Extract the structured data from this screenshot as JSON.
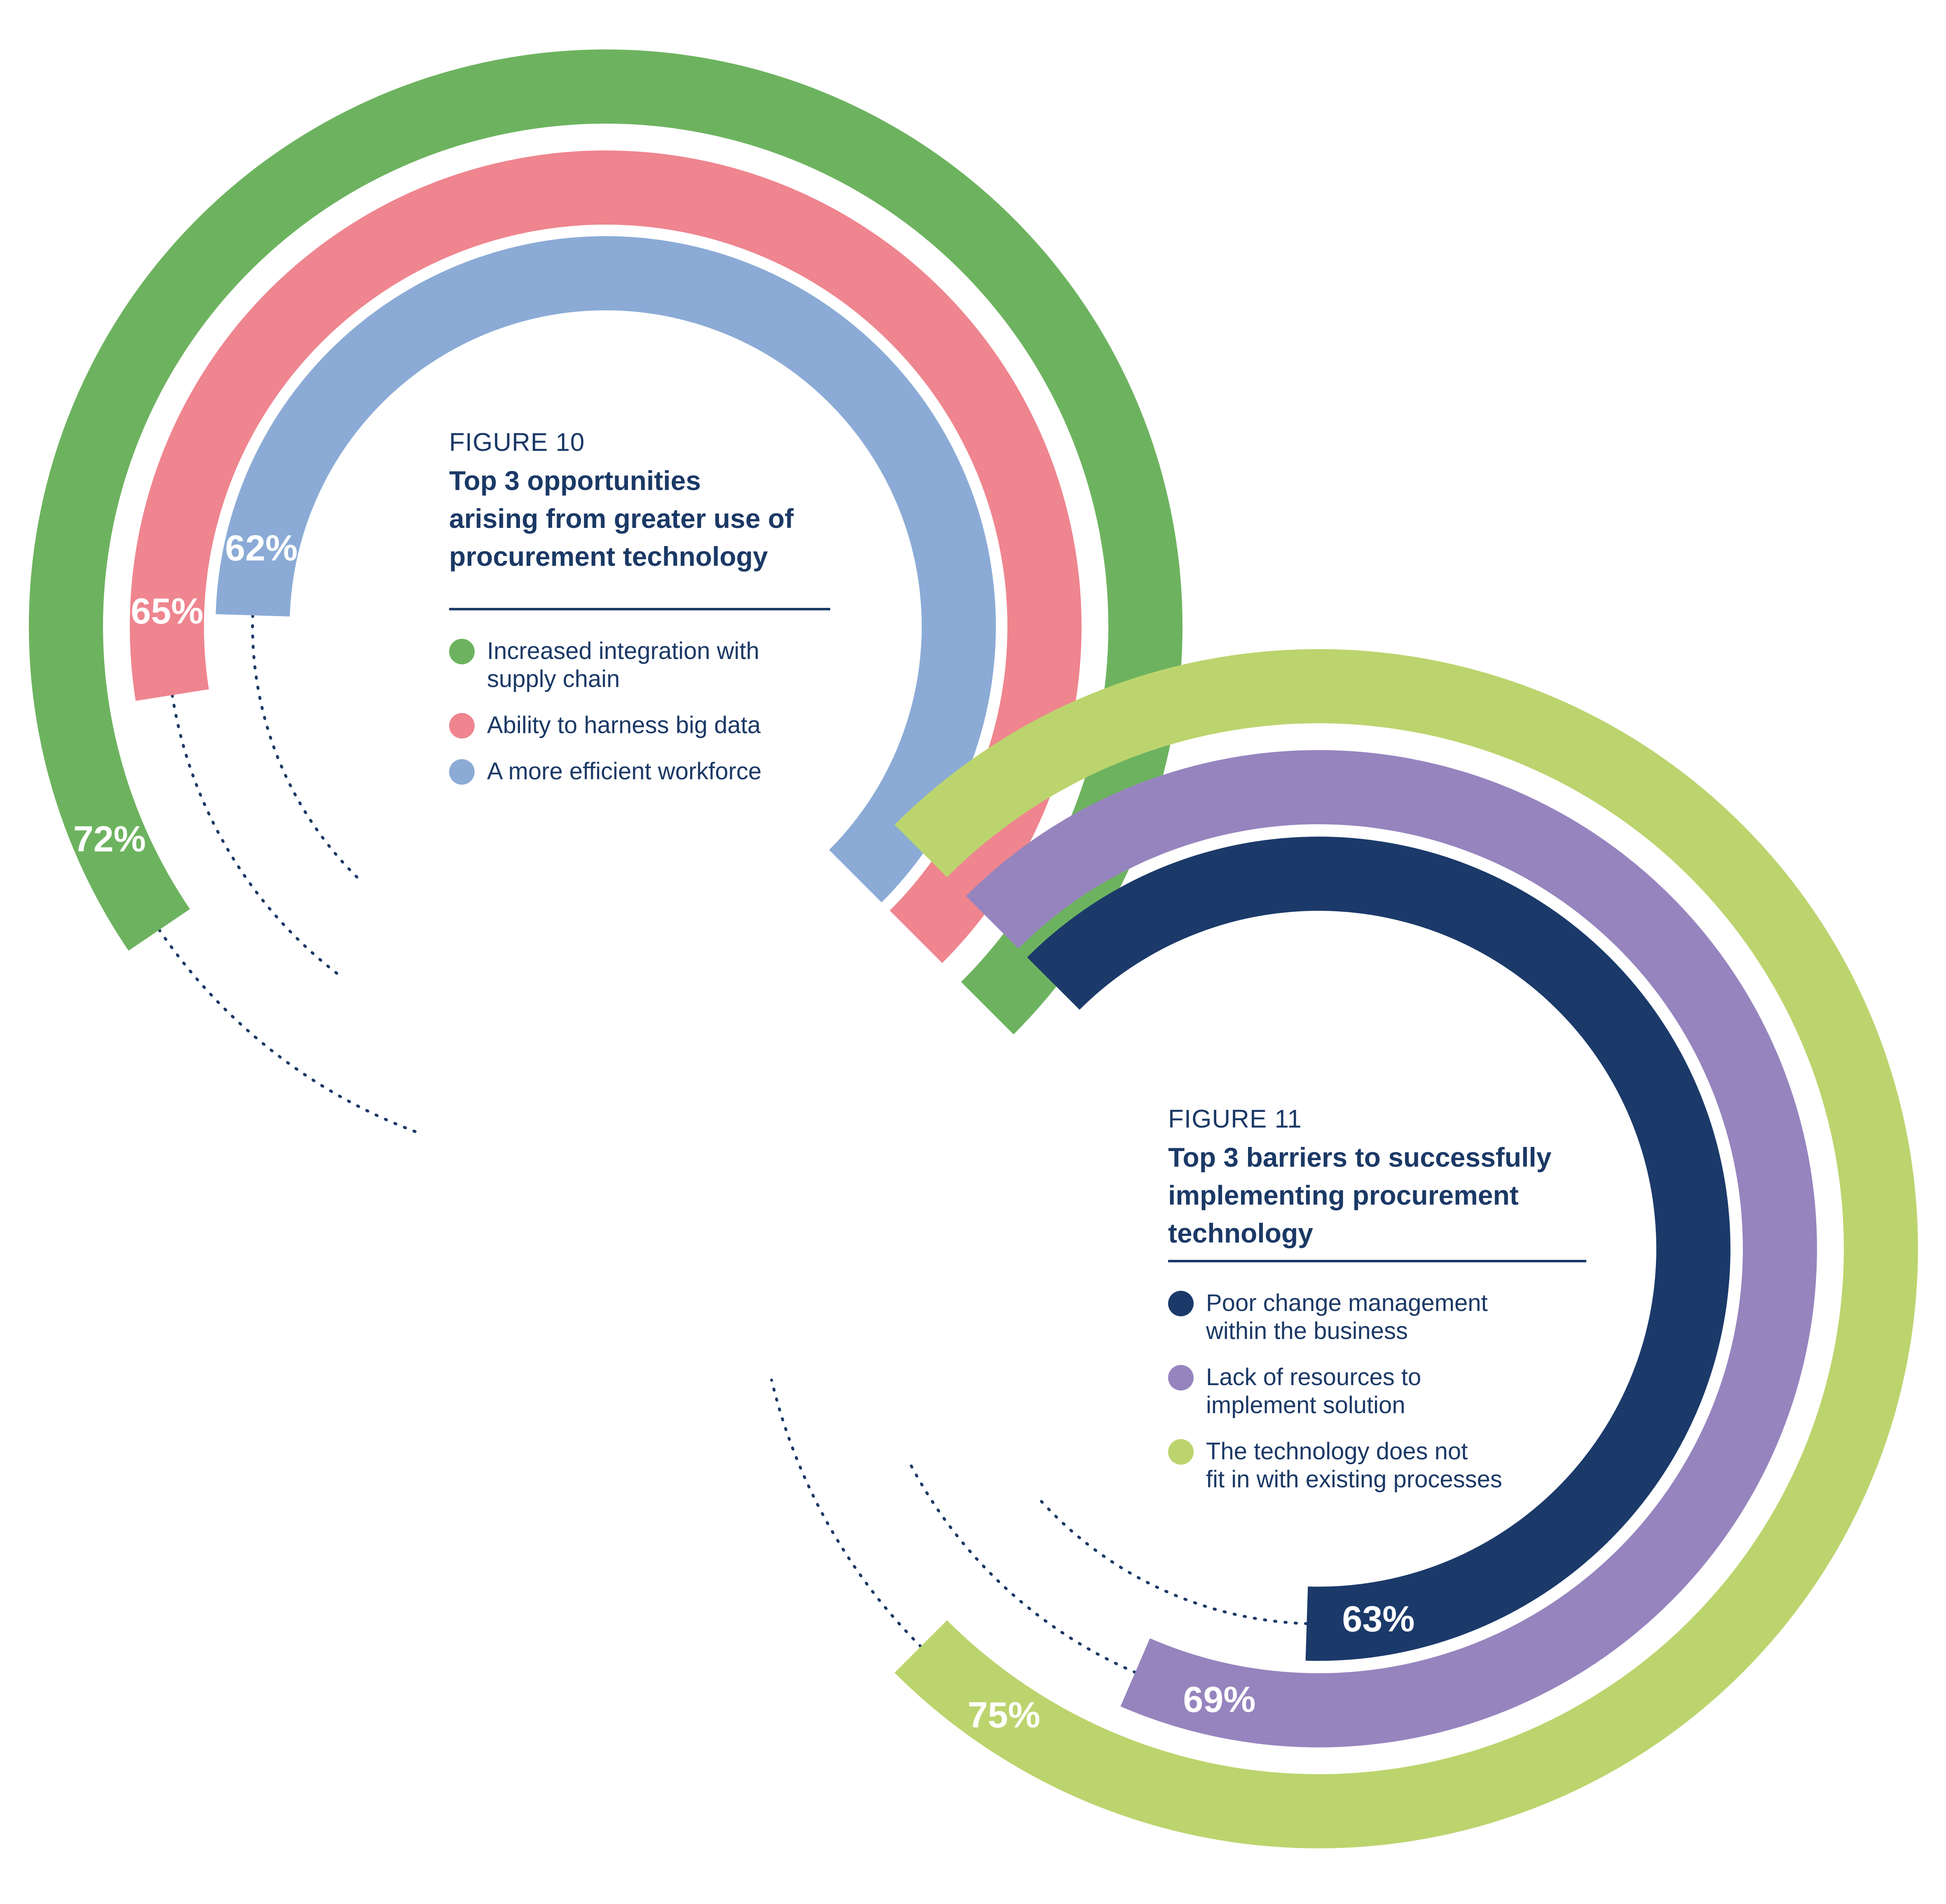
{
  "chart_data": [
    {
      "type": "radial-bar",
      "figure_label": "FIGURE 10",
      "title": "Top 3 opportunities arising from greater use of procurement technology",
      "series": [
        {
          "name": "Increased integration with supply chain",
          "value": 72,
          "label": "72%",
          "color": "#6db35f"
        },
        {
          "name": "Ability to harness big data",
          "value": 65,
          "label": "65%",
          "color": "#ef858f"
        },
        {
          "name": "A more efficient workforce",
          "value": 62,
          "label": "62%",
          "color": "#8babd6"
        }
      ]
    },
    {
      "type": "radial-bar",
      "figure_label": "FIGURE 11",
      "title": "Top 3 barriers to successfully implementing procurement technology",
      "series": [
        {
          "name": "Poor change management within the business",
          "value": 63,
          "label": "63%",
          "color": "#1b3a6a"
        },
        {
          "name": "Lack of resources to implement solution",
          "value": 69,
          "label": "69%",
          "color": "#9684be"
        },
        {
          "name": "The technology does not fit in with existing processes",
          "value": 75,
          "label": "75%",
          "color": "#bcd46e"
        }
      ]
    }
  ],
  "fig10": {
    "label": "FIGURE 10",
    "title_lines": [
      "Top 3 opportunities",
      "arising from greater use of",
      "procurement technology"
    ],
    "legend": [
      {
        "lines": [
          "Increased integration with",
          "supply chain"
        ],
        "color": "#6db35f"
      },
      {
        "lines": [
          "Ability to harness big data"
        ],
        "color": "#ef858f"
      },
      {
        "lines": [
          "A more efficient workforce"
        ],
        "color": "#8babd6"
      }
    ]
  },
  "fig11": {
    "label": "FIGURE 11",
    "title_lines": [
      "Top 3 barriers to successfully",
      "implementing procurement",
      "technology"
    ],
    "legend": [
      {
        "lines": [
          "Poor change management",
          "within the business"
        ],
        "color": "#1b3a6a"
      },
      {
        "lines": [
          "Lack of resources to",
          "implement solution"
        ],
        "color": "#9684be"
      },
      {
        "lines": [
          "The technology does not",
          "fit in with existing processes"
        ],
        "color": "#bcd46e"
      }
    ]
  }
}
